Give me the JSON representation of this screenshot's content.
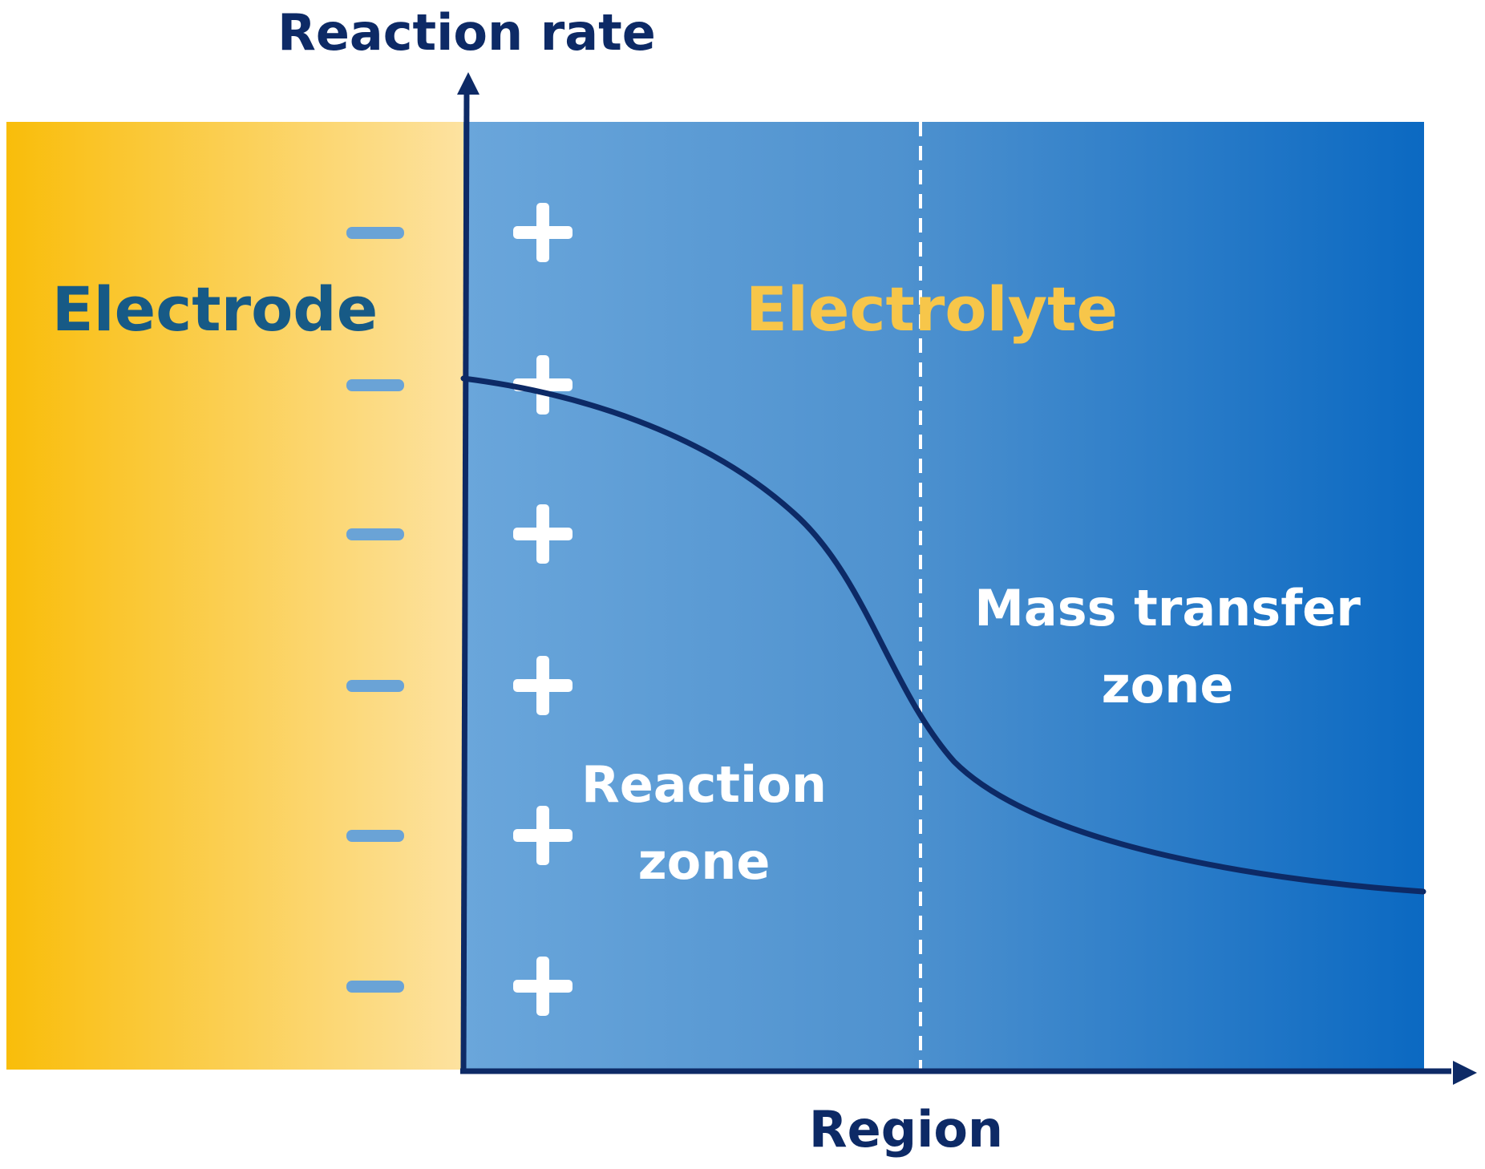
{
  "axes": {
    "y_label": "Reaction rate",
    "x_label": "Region"
  },
  "regions": {
    "electrode": {
      "label": "Electrode",
      "charge_symbol": "−",
      "charge_count": 6
    },
    "electrolyte": {
      "label": "Electrolyte",
      "charge_symbol": "+",
      "charge_count": 6
    },
    "reaction_zone": {
      "label_line1": "Reaction",
      "label_line2": "zone"
    },
    "mass_transfer_zone": {
      "label_line1": "Mass transfer",
      "label_line2": "zone"
    }
  },
  "colors": {
    "axis": "#0d2a66",
    "curve": "#0d2a66",
    "electrode_text": "#175a86",
    "electrolyte_text": "#f7c64a",
    "zone_text": "#ffffff",
    "minus_sign": "#6aa3d6",
    "plus_sign": "#ffffff",
    "electrode_gradient_start": "#f9bd0a",
    "electrode_gradient_end": "#fde2a0",
    "electrolyte_gradient_start": "#6aa6db",
    "electrolyte_gradient_end": "#0b69c2",
    "divider": "#ffffff"
  }
}
